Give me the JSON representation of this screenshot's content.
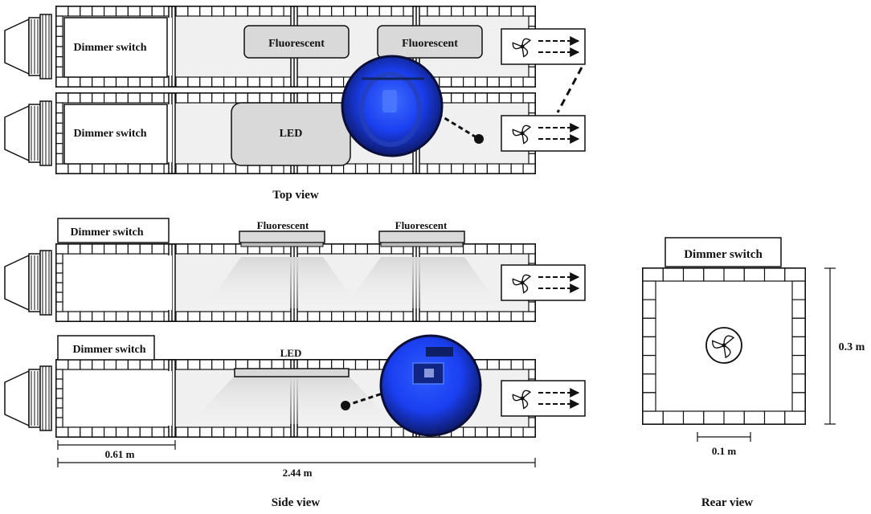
{
  "labels": {
    "dimmer_switch": "Dimmer switch",
    "fluorescent": "Fluorescent",
    "led": "LED",
    "top_view": "Top view",
    "side_view": "Side view",
    "rear_view": "Rear view"
  },
  "dimensions": {
    "section_length": "0.61 m",
    "total_length": "2.44 m",
    "rear_height": "0.3 m",
    "rear_fan_width": "0.1 m"
  },
  "colors": {
    "outline": "#111111",
    "panel_fill": "#f0f0f0",
    "block_fill": "#ffffff",
    "lamp_fill": "#d9d9d9",
    "light_cone": "#e4e4e4",
    "inset_blue": "#1a3ff0",
    "inset_dark": "#0d1a6b"
  },
  "icons": [
    "fan-icon",
    "airflow-arrows-icon",
    "inlet-nozzle-icon",
    "callout-dot-icon"
  ]
}
